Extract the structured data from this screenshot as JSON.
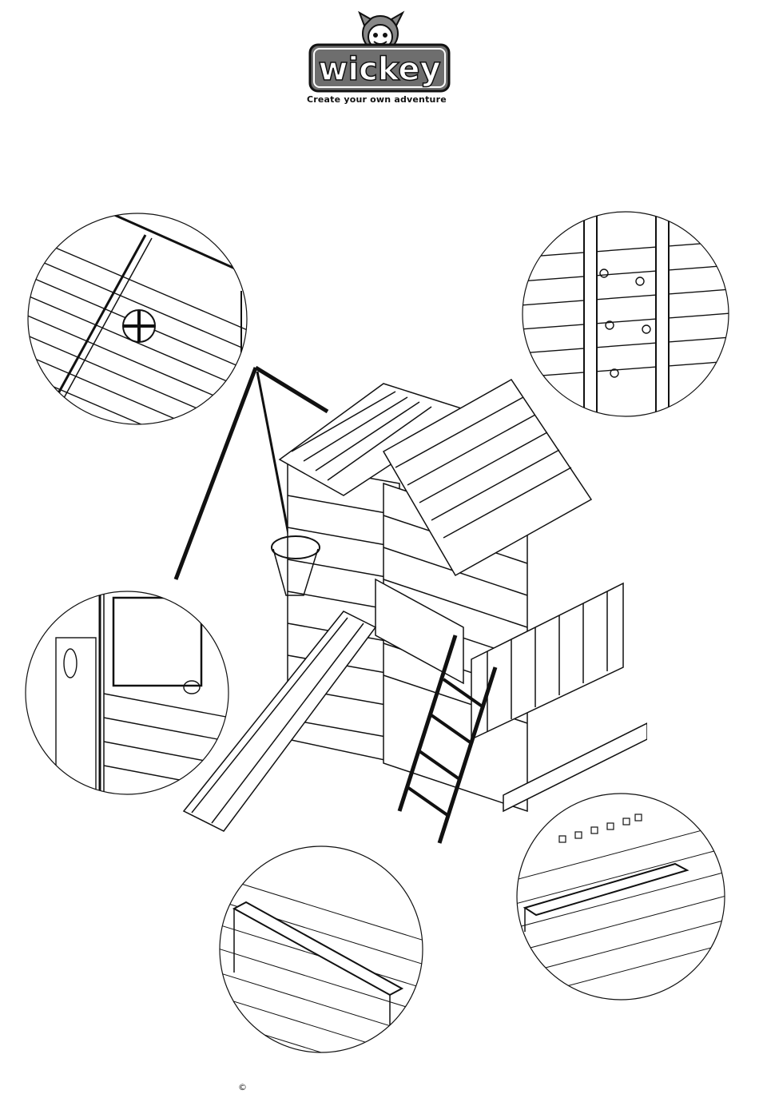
{
  "brand": {
    "name": "wickey",
    "tagline": "Create your own adventure"
  },
  "footer": {
    "copyright_symbol": "©"
  },
  "colors": {
    "line": "#111111",
    "logo_fill": "#6e6e6e",
    "background": "#ffffff"
  },
  "illustrations": {
    "main": "playhouse-assembly-isometric",
    "details": [
      "roof-window-detail",
      "climbing-wall-detail",
      "side-window-detail",
      "bench-detail-left",
      "bench-detail-right"
    ]
  }
}
